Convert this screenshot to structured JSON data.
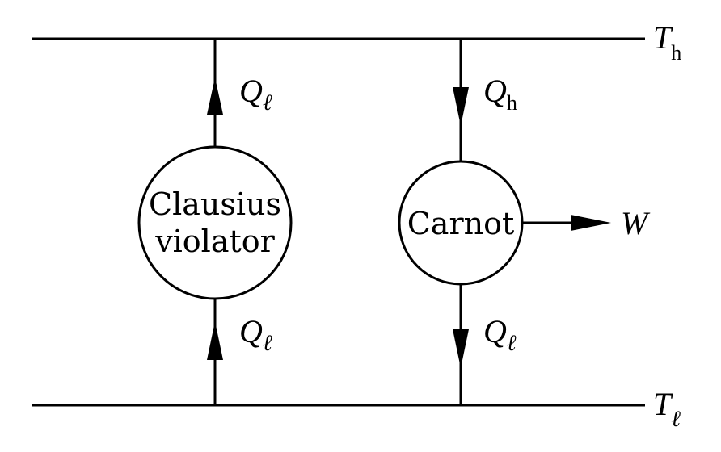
{
  "reservoirs": {
    "hot": {
      "symbol": "T",
      "subscript": "h"
    },
    "cold": {
      "symbol": "T",
      "subscript": "ℓ"
    }
  },
  "engines": {
    "clausius": {
      "line1": "Clausius",
      "line2": "violator"
    },
    "carnot": {
      "label": "Carnot"
    }
  },
  "flows": {
    "clausius_top": {
      "symbol": "Q",
      "subscript": "ℓ"
    },
    "clausius_bottom": {
      "symbol": "Q",
      "subscript": "ℓ"
    },
    "carnot_top": {
      "symbol": "Q",
      "subscript": "h"
    },
    "carnot_bottom": {
      "symbol": "Q",
      "subscript": "ℓ"
    },
    "work": {
      "symbol": "W"
    }
  }
}
